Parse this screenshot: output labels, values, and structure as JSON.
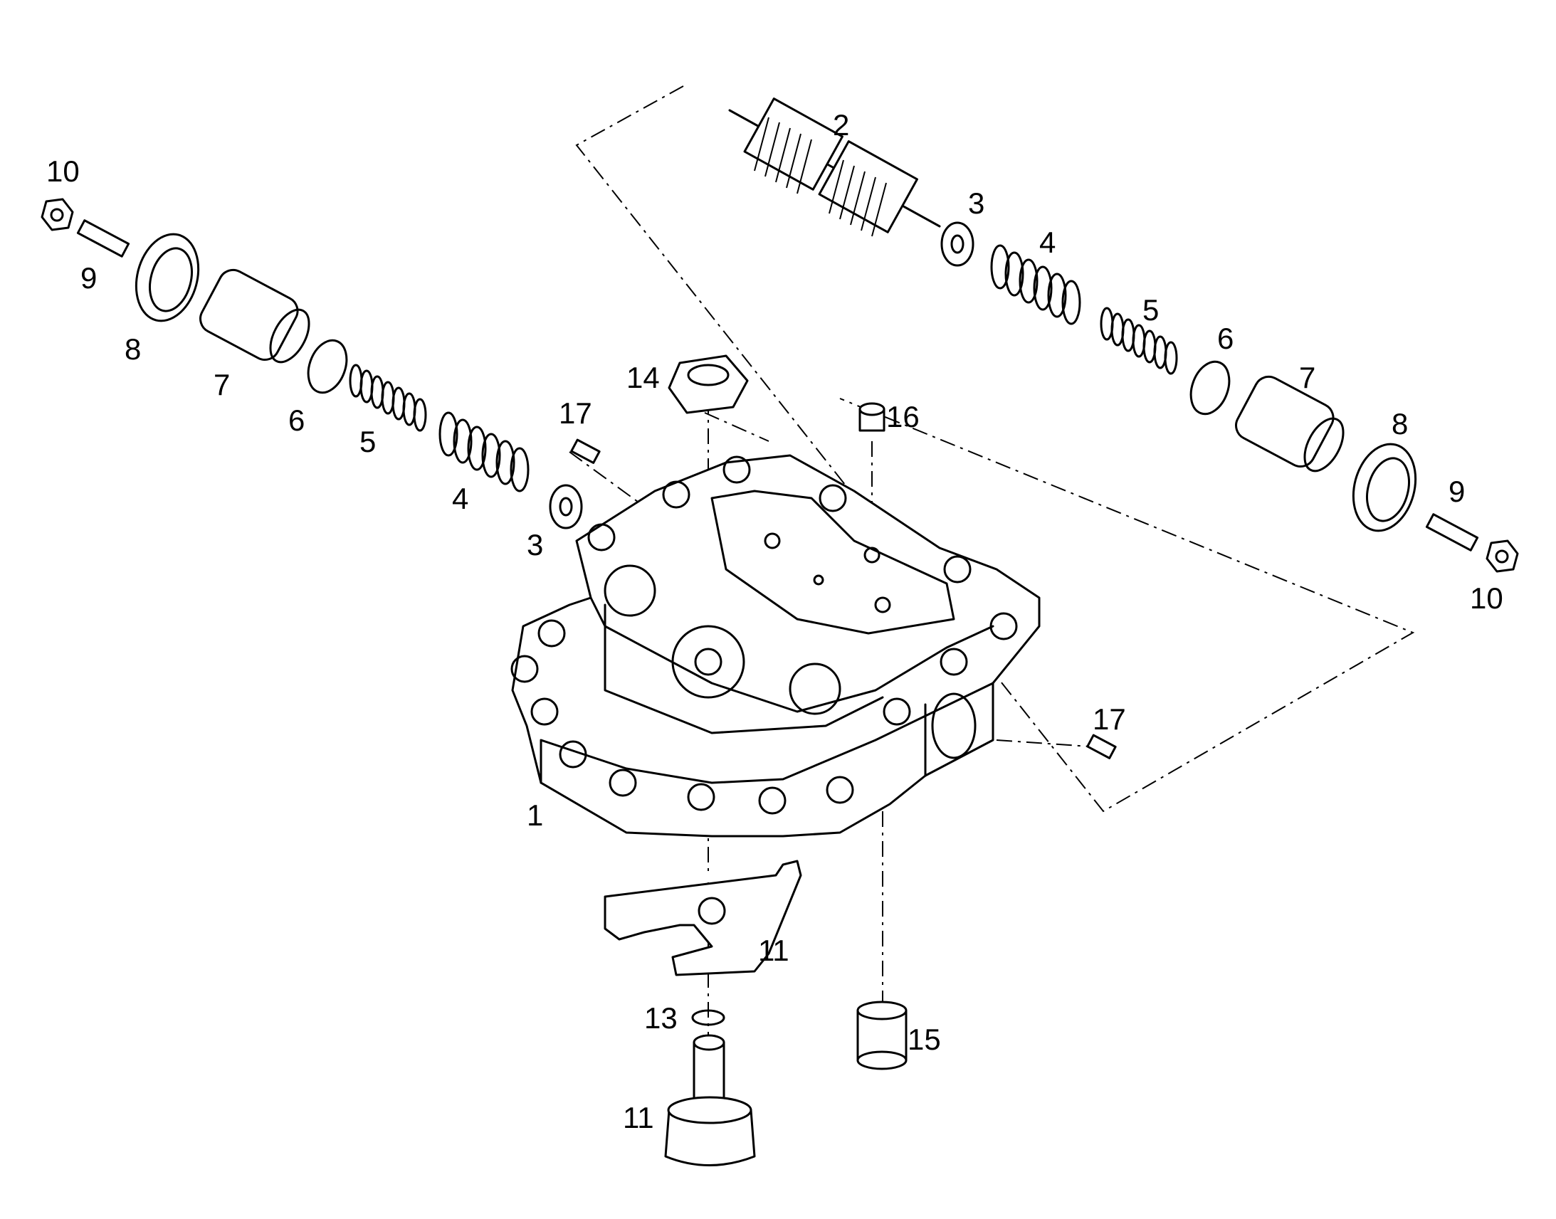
{
  "labels": {
    "n1": "1",
    "n2": "2",
    "n3a": "3",
    "n3b": "3",
    "n4a": "4",
    "n4b": "4",
    "n5a": "5",
    "n5b": "5",
    "n6a": "6",
    "n6b": "6",
    "n7a": "7",
    "n7b": "7",
    "n8a": "8",
    "n8b": "8",
    "n9a": "9",
    "n9b": "9",
    "n10a": "10",
    "n10b": "10",
    "n11a": "11",
    "n11b": "11",
    "n13": "13",
    "n14": "14",
    "n15": "15",
    "n16": "16",
    "n17a": "17",
    "n17b": "17"
  },
  "colors": {
    "line": "#000000",
    "background": "#ffffff",
    "shade": "#d9d9d9"
  }
}
